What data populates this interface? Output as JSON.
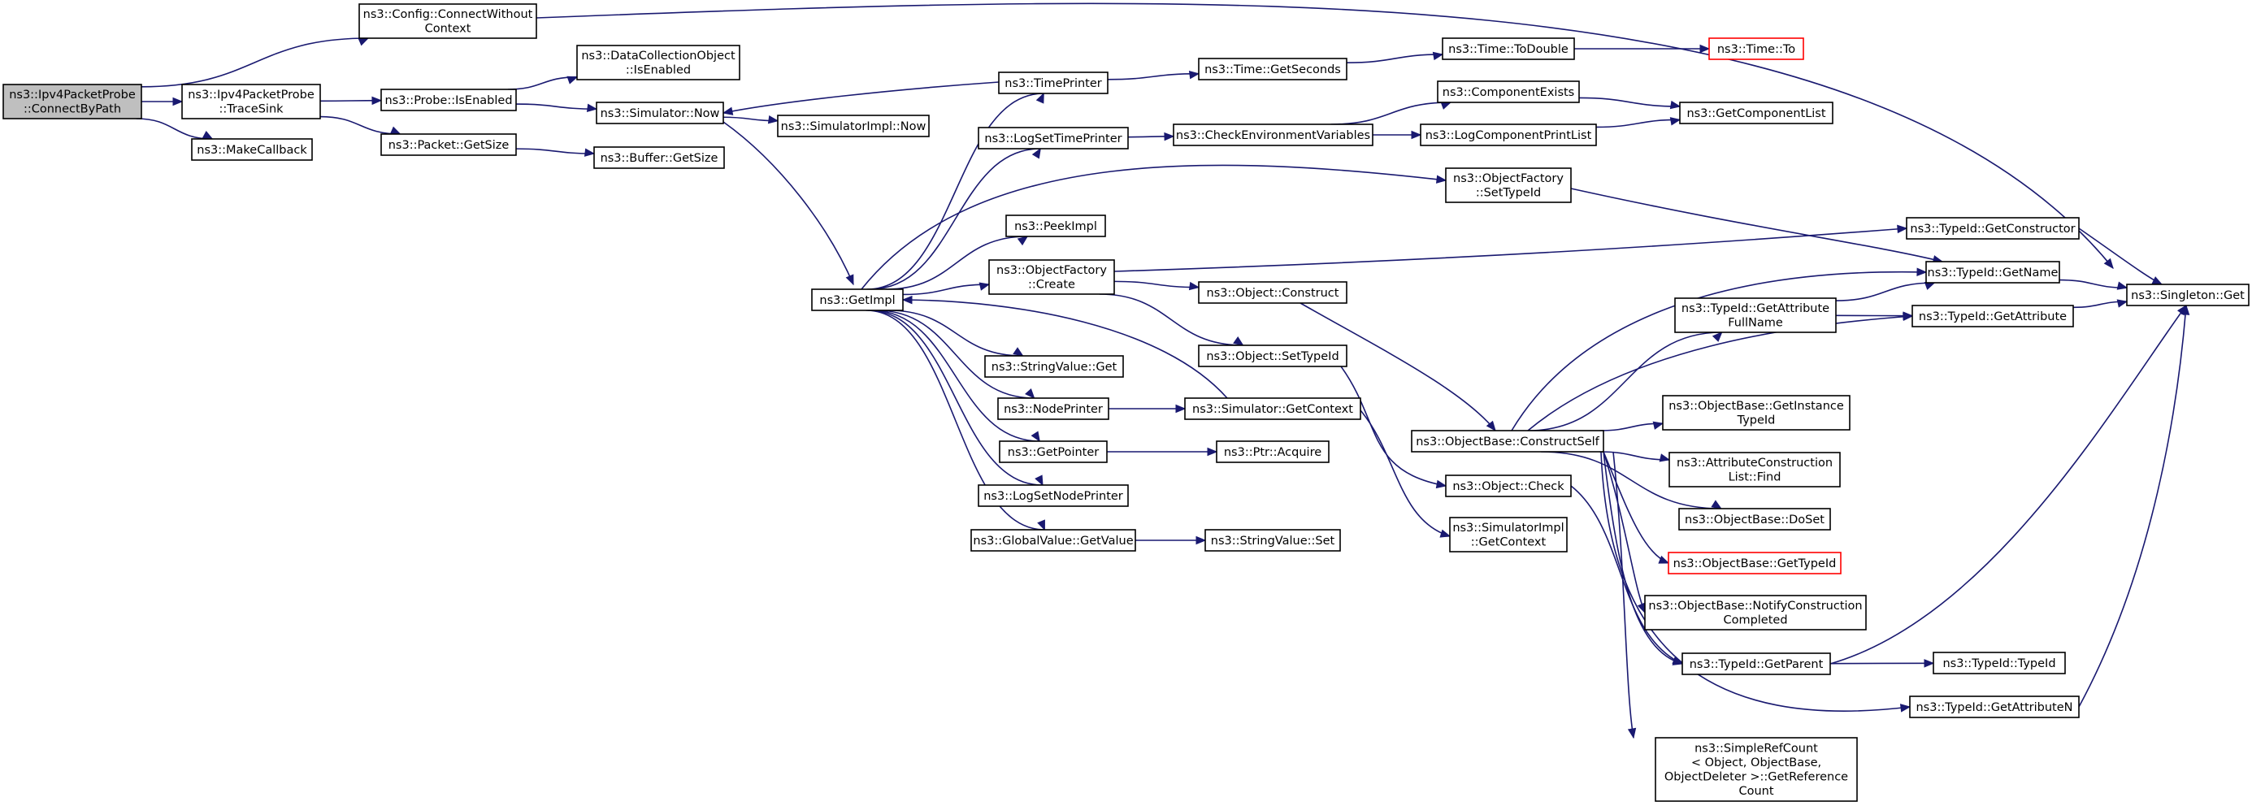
{
  "graph": {
    "edge_color": "#191970",
    "root_fill": "#bfbfbf",
    "unresolved_border": "#ff0000",
    "nodes": [
      {
        "id": "cbp",
        "lines": [
          "ns3::Ipv4PacketProbe",
          "::ConnectByPath"
        ],
        "style": "root"
      },
      {
        "id": "cfg",
        "lines": [
          "ns3::Config::ConnectWithout",
          "Context"
        ]
      },
      {
        "id": "ts",
        "lines": [
          "ns3::Ipv4PacketProbe",
          "::TraceSink"
        ]
      },
      {
        "id": "mkcb",
        "lines": [
          "ns3::MakeCallback"
        ]
      },
      {
        "id": "pie",
        "lines": [
          "ns3::Probe::IsEnabled"
        ]
      },
      {
        "id": "pgs",
        "lines": [
          "ns3::Packet::GetSize"
        ]
      },
      {
        "id": "dco",
        "lines": [
          "ns3::DataCollectionObject",
          "::IsEnabled"
        ]
      },
      {
        "id": "snow",
        "lines": [
          "ns3::Simulator::Now"
        ]
      },
      {
        "id": "bgs",
        "lines": [
          "ns3::Buffer::GetSize"
        ]
      },
      {
        "id": "sinow",
        "lines": [
          "ns3::SimulatorImpl::Now"
        ]
      },
      {
        "id": "gimpl",
        "lines": [
          "ns3::GetImpl"
        ]
      },
      {
        "id": "tp",
        "lines": [
          "ns3::TimePrinter"
        ]
      },
      {
        "id": "lstp",
        "lines": [
          "ns3::LogSetTimePrinter"
        ]
      },
      {
        "id": "peek",
        "lines": [
          "ns3::PeekImpl"
        ]
      },
      {
        "id": "ofc",
        "lines": [
          "ns3::ObjectFactory",
          "::Create"
        ]
      },
      {
        "id": "svg",
        "lines": [
          "ns3::StringValue::Get"
        ]
      },
      {
        "id": "np",
        "lines": [
          "ns3::NodePrinter"
        ]
      },
      {
        "id": "gp",
        "lines": [
          "ns3::GetPointer"
        ]
      },
      {
        "id": "lsnp",
        "lines": [
          "ns3::LogSetNodePrinter"
        ]
      },
      {
        "id": "gvgv",
        "lines": [
          "ns3::GlobalValue::GetValue"
        ]
      },
      {
        "id": "tgs",
        "lines": [
          "ns3::Time::GetSeconds"
        ]
      },
      {
        "id": "cev",
        "lines": [
          "ns3::CheckEnvironmentVariables"
        ]
      },
      {
        "id": "oc",
        "lines": [
          "ns3::Object::Construct"
        ]
      },
      {
        "id": "ostid",
        "lines": [
          "ns3::Object::SetTypeId"
        ]
      },
      {
        "id": "sgc",
        "lines": [
          "ns3::Simulator::GetContext"
        ]
      },
      {
        "id": "pacq",
        "lines": [
          "ns3::Ptr::Acquire"
        ]
      },
      {
        "id": "svset",
        "lines": [
          "ns3::StringValue::Set"
        ]
      },
      {
        "id": "ttd",
        "lines": [
          "ns3::Time::ToDouble"
        ]
      },
      {
        "id": "ce",
        "lines": [
          "ns3::ComponentExists"
        ]
      },
      {
        "id": "lcpl",
        "lines": [
          "ns3::LogComponentPrintList"
        ]
      },
      {
        "id": "ofstid",
        "lines": [
          "ns3::ObjectFactory",
          "::SetTypeId"
        ]
      },
      {
        "id": "obcs",
        "lines": [
          "ns3::ObjectBase::ConstructSelf"
        ]
      },
      {
        "id": "ochk",
        "lines": [
          "ns3::Object::Check"
        ]
      },
      {
        "id": "sigc",
        "lines": [
          "ns3::SimulatorImpl",
          "::GetContext"
        ]
      },
      {
        "id": "tto",
        "lines": [
          "ns3::Time::To"
        ],
        "style": "red"
      },
      {
        "id": "gcl",
        "lines": [
          "ns3::GetComponentList"
        ]
      },
      {
        "id": "tigc",
        "lines": [
          "ns3::TypeId::GetConstructor"
        ]
      },
      {
        "id": "tign",
        "lines": [
          "ns3::TypeId::GetName"
        ]
      },
      {
        "id": "tigafn",
        "lines": [
          "ns3::TypeId::GetAttribute",
          "FullName"
        ]
      },
      {
        "id": "tiga",
        "lines": [
          "ns3::TypeId::GetAttribute"
        ]
      },
      {
        "id": "obgit",
        "lines": [
          "ns3::ObjectBase::GetInstance",
          "TypeId"
        ]
      },
      {
        "id": "acf",
        "lines": [
          "ns3::AttributeConstruction",
          "List::Find"
        ]
      },
      {
        "id": "obds",
        "lines": [
          "ns3::ObjectBase::DoSet"
        ]
      },
      {
        "id": "obgt",
        "lines": [
          "ns3::ObjectBase::GetTypeId"
        ],
        "style": "red"
      },
      {
        "id": "obnc",
        "lines": [
          "ns3::ObjectBase::NotifyConstruction",
          "Completed"
        ]
      },
      {
        "id": "tigp",
        "lines": [
          "ns3::TypeId::GetParent"
        ]
      },
      {
        "id": "titi",
        "lines": [
          "ns3::TypeId::TypeId"
        ]
      },
      {
        "id": "tigan",
        "lines": [
          "ns3::TypeId::GetAttributeN"
        ]
      },
      {
        "id": "srcgrc",
        "lines": [
          "ns3::SimpleRefCount",
          "< Object, ObjectBase,",
          " ObjectDeleter >::GetReference",
          "Count"
        ]
      },
      {
        "id": "sg",
        "lines": [
          "ns3::Singleton::Get"
        ]
      }
    ],
    "edges": [
      [
        "cbp",
        "cfg"
      ],
      [
        "cbp",
        "ts"
      ],
      [
        "cbp",
        "mkcb"
      ],
      [
        "cfg",
        "sg"
      ],
      [
        "ts",
        "pie"
      ],
      [
        "ts",
        "pgs"
      ],
      [
        "pie",
        "dco"
      ],
      [
        "pie",
        "snow"
      ],
      [
        "pgs",
        "bgs"
      ],
      [
        "snow",
        "sinow"
      ],
      [
        "snow",
        "gimpl"
      ],
      [
        "gimpl",
        "tp"
      ],
      [
        "gimpl",
        "lstp"
      ],
      [
        "gimpl",
        "ofstid"
      ],
      [
        "gimpl",
        "peek"
      ],
      [
        "gimpl",
        "ofc"
      ],
      [
        "gimpl",
        "svg"
      ],
      [
        "gimpl",
        "np"
      ],
      [
        "gimpl",
        "gp"
      ],
      [
        "gimpl",
        "lsnp"
      ],
      [
        "gimpl",
        "gvgv"
      ],
      [
        "tp",
        "snow"
      ],
      [
        "tp",
        "tgs"
      ],
      [
        "tgs",
        "ttd"
      ],
      [
        "ttd",
        "tto"
      ],
      [
        "lstp",
        "cev"
      ],
      [
        "cev",
        "ce"
      ],
      [
        "cev",
        "lcpl"
      ],
      [
        "ce",
        "gcl"
      ],
      [
        "lcpl",
        "gcl"
      ],
      [
        "ofstid",
        "tign"
      ],
      [
        "ofc",
        "tigc"
      ],
      [
        "ofc",
        "oc"
      ],
      [
        "ofc",
        "ostid"
      ],
      [
        "oc",
        "obcs"
      ],
      [
        "ostid",
        "ochk"
      ],
      [
        "np",
        "sgc"
      ],
      [
        "sgc",
        "gimpl"
      ],
      [
        "sgc",
        "sigc"
      ],
      [
        "gp",
        "pacq"
      ],
      [
        "gvgv",
        "svset"
      ],
      [
        "obcs",
        "tign"
      ],
      [
        "obcs",
        "tigafn"
      ],
      [
        "obcs",
        "tiga"
      ],
      [
        "obcs",
        "obgit"
      ],
      [
        "obcs",
        "acf"
      ],
      [
        "obcs",
        "obds"
      ],
      [
        "obcs",
        "obgt"
      ],
      [
        "obcs",
        "obnc"
      ],
      [
        "obcs",
        "tigp"
      ],
      [
        "obcs",
        "tigan"
      ],
      [
        "obcs",
        "srcgrc"
      ],
      [
        "ochk",
        "tigp"
      ],
      [
        "tigafn",
        "tign"
      ],
      [
        "tigafn",
        "tiga"
      ],
      [
        "tigc",
        "sg"
      ],
      [
        "tign",
        "sg"
      ],
      [
        "tiga",
        "sg"
      ],
      [
        "tigp",
        "sg"
      ],
      [
        "tigan",
        "sg"
      ],
      [
        "tigp",
        "titi"
      ]
    ]
  }
}
